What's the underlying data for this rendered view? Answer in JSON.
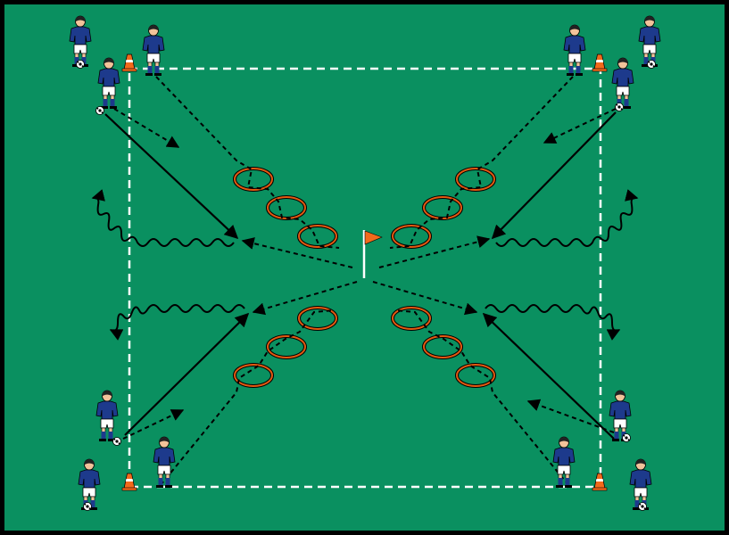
{
  "diagram": {
    "pitch_color": "#0a9060",
    "border_color": "#000000",
    "line_color": "#ffffff",
    "path_color": "#000000",
    "ring_color": "#e25a12",
    "cone_color": "#f26a1b",
    "flag_color": "#f26a1b",
    "shirt_color": "#1d3a8c",
    "shorts_color": "#ffffff",
    "skin_color": "#f2c39a"
  },
  "elements": {
    "corner_cones": 4,
    "center_flag": 1,
    "hoops": 12,
    "players": 12,
    "balls": 8
  }
}
